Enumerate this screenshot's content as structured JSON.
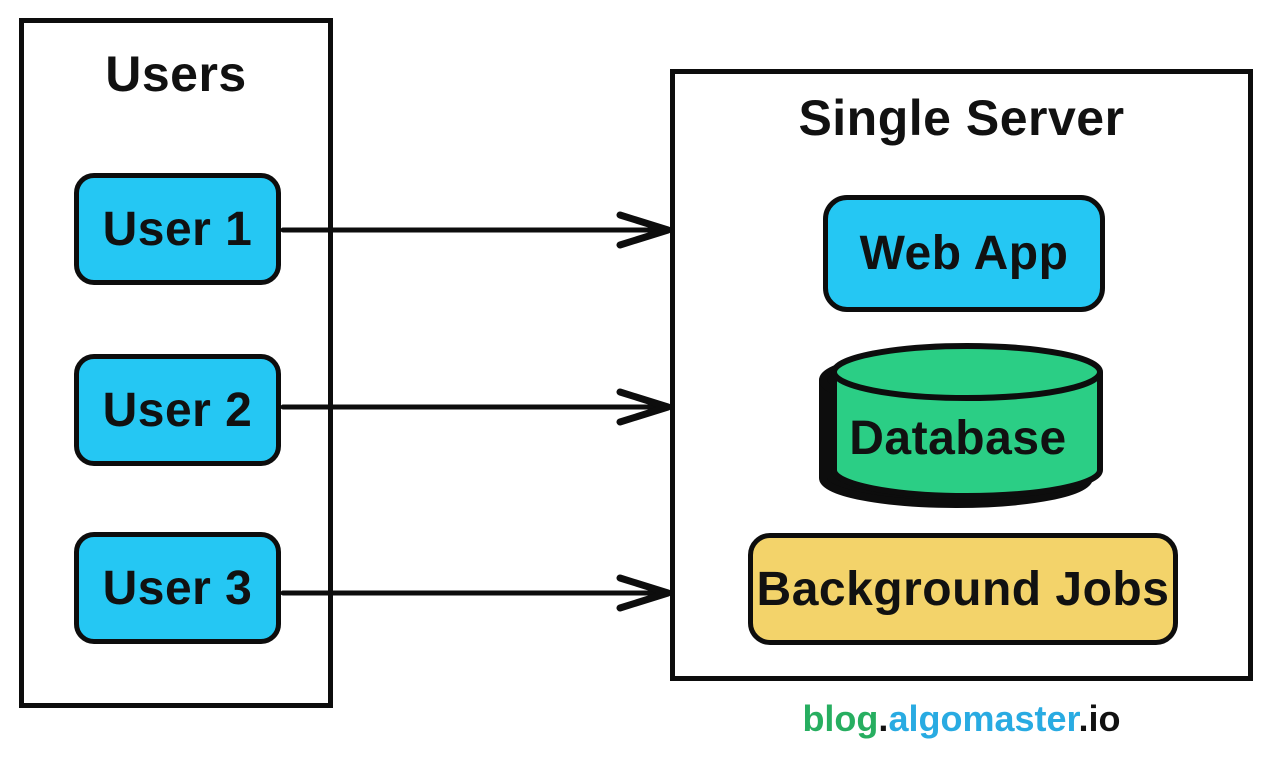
{
  "users_panel": {
    "title": "Users",
    "items": [
      {
        "label": "User 1"
      },
      {
        "label": "User 2"
      },
      {
        "label": "User 3"
      }
    ]
  },
  "server_panel": {
    "title": "Single Server",
    "components": {
      "web_app": {
        "label": "Web App"
      },
      "database": {
        "label": "Database"
      },
      "background_jobs": {
        "label": "Background Jobs"
      }
    }
  },
  "footer": {
    "parts": [
      {
        "text": "blog",
        "color": "#27ae60"
      },
      {
        "text": ".",
        "color": "#111111"
      },
      {
        "text": "algomaster",
        "color": "#29abe2"
      },
      {
        "text": ".",
        "color": "#111111"
      },
      {
        "text": "io",
        "color": "#111111"
      }
    ]
  },
  "colors": {
    "cyan": "#25c7f3",
    "green": "#2bce85",
    "yellow": "#f3d36a",
    "outline": "#0d0d0d",
    "white": "#ffffff"
  }
}
